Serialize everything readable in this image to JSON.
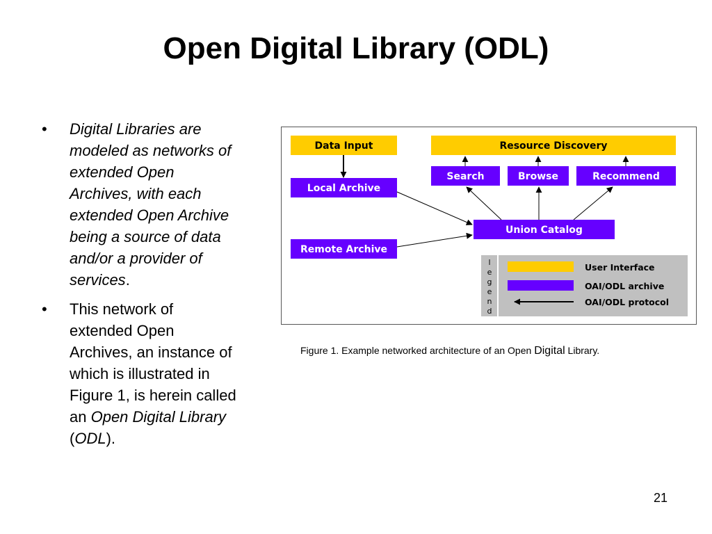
{
  "slide": {
    "title": "Open Digital Library (ODL)",
    "page_number": "21"
  },
  "bullets": {
    "bullet_glyph": "•",
    "first": {
      "lines": [
        "Digital Libraries are",
        "modeled as networks of",
        "extended Open",
        "Archives, with each",
        "extended Open Archive",
        "being a source of data",
        "and/or a provider of"
      ],
      "last_line_italic": "services",
      "last_line_tail": "."
    },
    "second": {
      "lines": [
        "This network of",
        "extended Open",
        "Archives, an instance of",
        "which is illustrated in",
        "Figure 1, is herein called"
      ],
      "an_prefix": "an ",
      "odl_term": "Open Digital Library",
      "paren_open": "(",
      "odl_abbrev": "ODL",
      "paren_close": ")."
    }
  },
  "diagram": {
    "colors": {
      "user_interface": "#ffcc00",
      "archive": "#6600ff",
      "legend_bg": "#c0c0c0",
      "archive_text": "#ffffff"
    },
    "boxes": {
      "data_input": "Data Input",
      "resource_discovery": "Resource Discovery",
      "local_archive": "Local Archive",
      "remote_archive": "Remote Archive",
      "search": "Search",
      "browse": "Browse",
      "recommend": "Recommend",
      "union_catalog": "Union Catalog"
    },
    "legend": {
      "letters": [
        "l",
        "e",
        "g",
        "e",
        "n",
        "d"
      ],
      "user_interface": "User Interface",
      "archive": "OAI/ODL archive",
      "protocol": "OAI/ODL protocol"
    }
  },
  "caption": {
    "prefix": "Figure 1. Example networked architecture of an Open ",
    "digital": "Digital",
    "suffix": " Library."
  }
}
